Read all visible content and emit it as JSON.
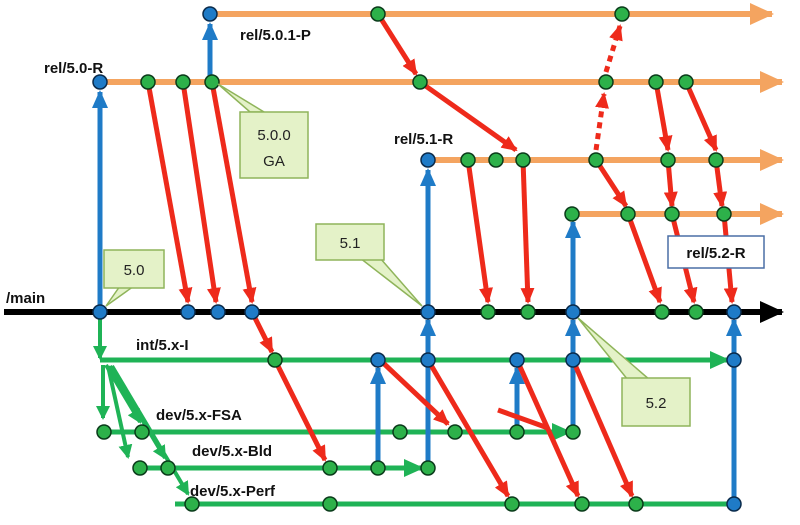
{
  "branches": {
    "main": "/main",
    "rel_50_r": "rel/5.0-R",
    "rel_501_p": "rel/5.0.1-P",
    "rel_51_r": "rel/5.1-R",
    "rel_52_r": "rel/5.2-R",
    "int_5x_i": "int/5.x-I",
    "dev_5x_fsa": "dev/5.x-FSA",
    "dev_5x_bld": "dev/5.x-Bld",
    "dev_5x_perf": "dev/5.x-Perf"
  },
  "callouts": {
    "v500_line1": "5.0.0",
    "v500_line2": "GA",
    "v50": "5.0",
    "v51": "5.1",
    "v52": "5.2"
  },
  "colors": {
    "main": "#000000",
    "release": "#f4a460",
    "release_node_fill": "#2db14a",
    "branch_point": "#1f7bc7",
    "merge": "#ee2a1b",
    "dev": "#1fb356",
    "callout_fill": "#e4f2c8",
    "callout_stroke": "#8fb45a",
    "node_stroke": "#0a3a1a"
  }
}
